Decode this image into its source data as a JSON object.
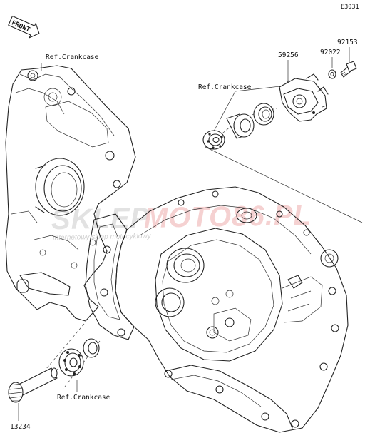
{
  "diagram": {
    "code": "E3031",
    "front_label": "FRONT",
    "labels": {
      "ref_crankcase_top": "Ref.Crankcase",
      "ref_crankcase_mid": "Ref.Crankcase",
      "ref_crankcase_bottom": "Ref.Crankcase"
    },
    "parts": [
      {
        "number": "59256"
      },
      {
        "number": "92022"
      },
      {
        "number": "92153"
      },
      {
        "number": "13234"
      }
    ]
  },
  "watermark": {
    "brand_part1": "SKLEP",
    "brand_part2": "MOTO86.PL",
    "tagline": "internetowy sklep motocyklowy"
  }
}
